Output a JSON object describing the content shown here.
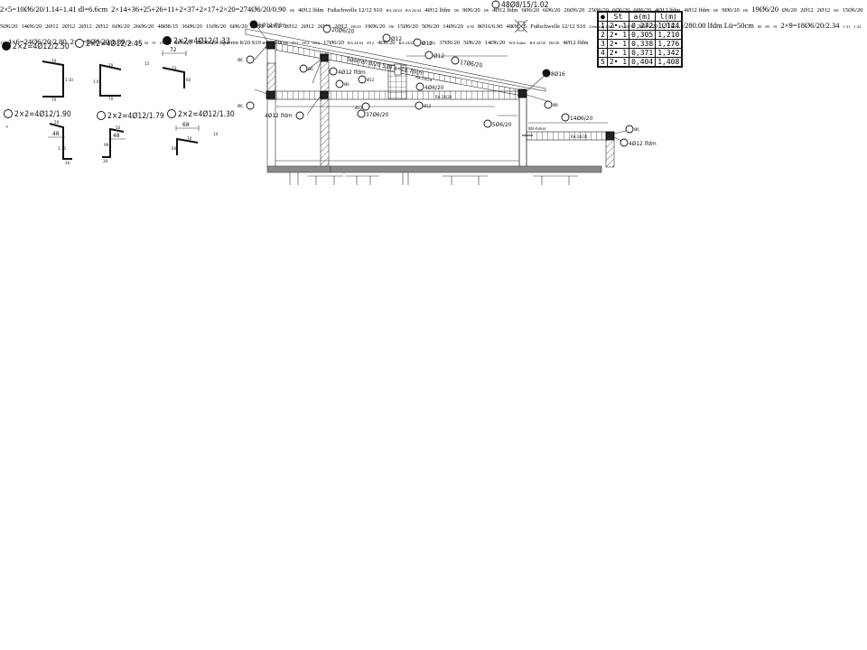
{
  "drawing": {
    "title": "Bewehrungsplan – Schnitte und Grundriss (Reinforcement drawing)",
    "bending_shapes": [
      {
        "id": "shape-5",
        "mark": "5",
        "text": "2×2=4Ø12/2.50",
        "dims": [
          "70",
          "1.10",
          "70"
        ]
      },
      {
        "id": "shape-4",
        "mark": "4",
        "text": "2×2=4Ø12/2.45",
        "dims": [
          "70",
          "1.05",
          "70"
        ]
      },
      {
        "id": "shape-8",
        "mark": "8",
        "text": "2×2=4Ø12/1.33",
        "dims": [
          "72",
          "73",
          "60"
        ],
        "extra": "15"
      },
      {
        "id": "shape-6",
        "mark": "6",
        "text": "2×2=4Ø12/1.90",
        "dims": [
          "50",
          "48",
          "1.10",
          "30"
        ]
      },
      {
        "id": "shape-7",
        "mark": "7",
        "text": "2×2=4Ø12/1.79",
        "dims": [
          "50",
          "48",
          "99",
          "30"
        ]
      },
      {
        "id": "shape-9",
        "mark": "9",
        "text": "2×2=4Ø12/1.30",
        "dims": [
          "68",
          "70",
          "60"
        ],
        "extra": "14"
      },
      {
        "id": "shape-1",
        "mark": "1",
        "text": "48Ø8/15/1.02"
      },
      {
        "id": "shape-10",
        "mark": "10",
        "text": "2×5=10Ø6/20/1.14÷1.41 dl=6.6cm"
      },
      {
        "id": "shape-2",
        "mark": "2",
        "text": "2×14+36+25+26+11+2×37+2×17+2×20=274Ø6/20/0.90"
      },
      {
        "id": "shape-11",
        "mark": "11",
        "text": "2×9=18Ø6/20/2.34",
        "dims": [
          "80",
          "80",
          "19"
        ]
      },
      {
        "id": "shape-12",
        "mark": "12",
        "text": "4×6=24Ø6/20/2.80",
        "dims": [
          "1.31",
          "1.32",
          "17"
        ]
      },
      {
        "id": "shape-3",
        "mark": "3",
        "text": "2×4=8Ø6/20/1.80",
        "dims": [
          "63",
          "25",
          "30",
          "19",
          "19",
          "62"
        ]
      },
      {
        "id": "shape-13",
        "mark": "13",
        "text": "8Ø16/6.90",
        "dim": "6.90"
      },
      {
        "id": "shape-14",
        "mark": "14",
        "text": "Ø12... /280.00 lfdm Lü=50cm"
      }
    ],
    "bending_table": {
      "mark": "10",
      "columns": [
        "St",
        "a(m)",
        "l(m)"
      ],
      "rows": [
        [
          "1",
          "2• 1",
          "0,272",
          "1,144"
        ],
        [
          "2",
          "2• 1",
          "0,305",
          "1,210"
        ],
        [
          "3",
          "2• 1",
          "0,338",
          "1,276"
        ],
        [
          "4",
          "2• 1",
          "0,371",
          "1,342"
        ],
        [
          "5",
          "2• 1",
          "0,404",
          "1,408"
        ]
      ]
    },
    "section_top": {
      "rafter": "Sparren 8/20 S10 a=ca.70cm",
      "labels": {
        "l14a": "6Ø12 lfdm",
        "l2a": "20Ø6/20",
        "l5": "Ø12",
        "l9": "Ø12",
        "l4": "Ø12",
        "l17": "17Ø6/20",
        "l13": "8Ø16",
        "l2b": "Ø6",
        "l14b": "4Ø12 lfdm",
        "l8": "Ø12",
        "l2c": "Ø6",
        "l3": "4Ø6/20",
        "ra1": "RA 24/24",
        "ra2": "RA 24/24",
        "l2d": "Ø6",
        "l2e": "Ø6",
        "l14c": "4Ø12 lfdm",
        "l6": "Ø12",
        "l7": "Ø12",
        "l37": "37Ø6/20",
        "l1": "Ø8",
        "l10": "5Ø6/20",
        "l14d": "14Ø6/20",
        "anchor": "Wd-Anker",
        "ra3": "RA 24/30",
        "l2f": "Ø6",
        "l14e": "4Ø12 lfdm"
      }
    },
    "detail_right": {
      "l2": "Ø6",
      "l14": "4Ø12 lfdm"
    },
    "plan_left": {
      "l14a": "4Ø12 lfdm",
      "l2a": "Ø6",
      "l11a": "9Ø6/20",
      "l2b": "Ø6",
      "l14b": "4Ø12 lfdm",
      "l12a": "6Ø6/20",
      "l12b": "6Ø6/20",
      "l2c": "26Ø6/20",
      "l2d": "25Ø6/20",
      "sill": "Fußschwelle 12/12 S10",
      "ra1": "RA 24/24",
      "ra2": "RA 24/24",
      "l12c": "6Ø6/20",
      "l12d": "6Ø6/20",
      "l14c": "4Ø12 lfdm",
      "l14d": "4Ø12 lfdm",
      "l2e": "Ø6",
      "l11b": "9Ø6/20",
      "l2f": "Ø6"
    },
    "plan_main": {
      "l11a": "Ø6/20",
      "l2a": "19Ø6/20",
      "l5a": "2Ø12",
      "l4a": "2Ø12",
      "l3a": "Ø6",
      "l2b": "15Ø6/20",
      "l10a": "5Ø6/20",
      "l2c": "14Ø6/20",
      "l8a": "2Ø12",
      "l6a": "2Ø12",
      "l9a": "2Ø12",
      "l7a": "2Ø12",
      "l12a": "6Ø6/20",
      "l2d": "26Ø6/20",
      "l1": "48Ø8/15",
      "l2e": "36Ø6/20",
      "l11b": "11Ø6/20",
      "l12b": "6Ø6/20",
      "l5b": "2Ø12",
      "l4b": "2Ø12",
      "l8b": "2Ø12",
      "l9b": "2Ø12",
      "l6b": "2Ø12",
      "l7b": "2Ø12",
      "l11c": "Ø6/20",
      "l2f": "19Ø6/20",
      "l3b": "Ø6",
      "l2g": "15Ø6/20",
      "l10b": "5Ø6/20",
      "l2h": "14Ø6/20"
    },
    "elevation_right": {
      "l1": "48Ø8/15",
      "sill": "Fußschwelle 12/12 S10",
      "beam": "Unterzug 24/24",
      "ra": "RA 24/30",
      "l2": "36Ø6/20"
    },
    "section_bottom": {
      "l11": "9Ø6/20",
      "l2a": "20Ø6/20",
      "rafter": "Sparren 8/20 S10 a=ca.70cm",
      "l5": "Ø12",
      "l9": "Ø12",
      "l4": "Ø12",
      "l17": "17Ø6/20",
      "ra1": "RA 24/24",
      "l8": "Ø12",
      "l3": "4Ø6/20",
      "ra2": "RA 24/24",
      "l6": "Ø12",
      "l7": "Ø12",
      "l37": "37Ø6/20",
      "l10": "5Ø6/20",
      "l14": "14Ø6/20",
      "anchor": "Wd-Anker",
      "ra3": "RA 24/30",
      "detail_l2": "Ø6/20",
      "detail_l14": "4Ø12 lfdm"
    }
  }
}
